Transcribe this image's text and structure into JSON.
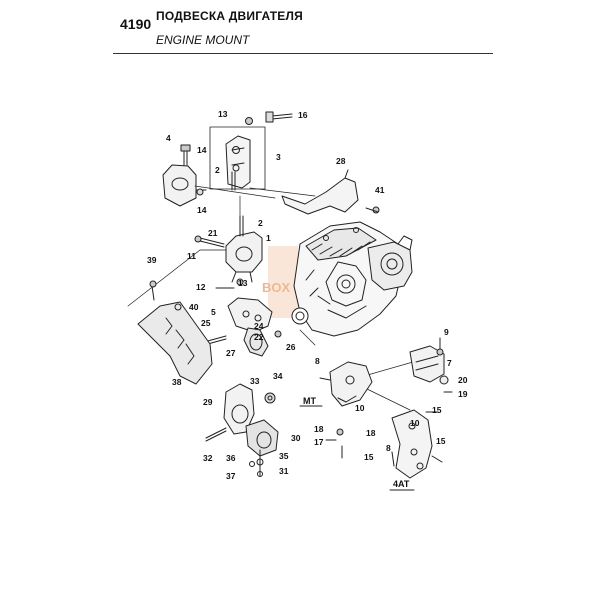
{
  "header": {
    "code": "4190",
    "title_ru": "ПОДВЕСКА ДВИГАТЕЛЯ",
    "title_en": "ENGINE MOUNT"
  },
  "watermark": "BOX Engine",
  "variants": {
    "mt": "MT",
    "at": "4AT"
  },
  "callouts": [
    {
      "id": "c13a",
      "text": "13"
    },
    {
      "id": "c16",
      "text": "16"
    },
    {
      "id": "c4",
      "text": "4"
    },
    {
      "id": "c14a",
      "text": "14"
    },
    {
      "id": "c3",
      "text": "3"
    },
    {
      "id": "c2a",
      "text": "2"
    },
    {
      "id": "c28",
      "text": "28"
    },
    {
      "id": "c14b",
      "text": "14"
    },
    {
      "id": "c41",
      "text": "41"
    },
    {
      "id": "c2b",
      "text": "2"
    },
    {
      "id": "c21",
      "text": "21"
    },
    {
      "id": "c1",
      "text": "1"
    },
    {
      "id": "c11",
      "text": "11"
    },
    {
      "id": "c39",
      "text": "39"
    },
    {
      "id": "c12",
      "text": "12"
    },
    {
      "id": "c13b",
      "text": "13"
    },
    {
      "id": "c40",
      "text": "40"
    },
    {
      "id": "c5",
      "text": "5"
    },
    {
      "id": "c25",
      "text": "25"
    },
    {
      "id": "c24",
      "text": "24"
    },
    {
      "id": "c9",
      "text": "9"
    },
    {
      "id": "c22",
      "text": "22"
    },
    {
      "id": "c26",
      "text": "26"
    },
    {
      "id": "c27",
      "text": "27"
    },
    {
      "id": "c7",
      "text": "7"
    },
    {
      "id": "c8a",
      "text": "8"
    },
    {
      "id": "c20",
      "text": "20"
    },
    {
      "id": "c38",
      "text": "38"
    },
    {
      "id": "c33",
      "text": "33"
    },
    {
      "id": "c34",
      "text": "34"
    },
    {
      "id": "c19",
      "text": "19"
    },
    {
      "id": "c29",
      "text": "29"
    },
    {
      "id": "c10a",
      "text": "10"
    },
    {
      "id": "c15a",
      "text": "15"
    },
    {
      "id": "c18a",
      "text": "18"
    },
    {
      "id": "c18b",
      "text": "18"
    },
    {
      "id": "c10b",
      "text": "10"
    },
    {
      "id": "c30",
      "text": "30"
    },
    {
      "id": "c17",
      "text": "17"
    },
    {
      "id": "c8b",
      "text": "8"
    },
    {
      "id": "c15b",
      "text": "15"
    },
    {
      "id": "c32",
      "text": "32"
    },
    {
      "id": "c36",
      "text": "36"
    },
    {
      "id": "c35",
      "text": "35"
    },
    {
      "id": "c15c",
      "text": "15"
    },
    {
      "id": "c37",
      "text": "37"
    },
    {
      "id": "c31",
      "text": "31"
    }
  ]
}
